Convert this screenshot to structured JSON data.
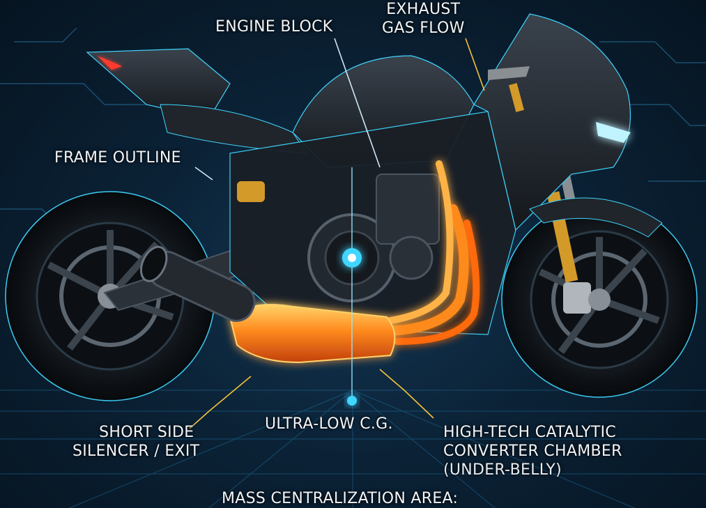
{
  "labels": {
    "engine_block": "ENGINE BLOCK",
    "exhaust_line1": "EXHAUST",
    "exhaust_line2": "GAS FLOW",
    "frame_outline": "FRAME OUTLINE",
    "silencer_line1": "SHORT SIDE",
    "silencer_line2": "SILENCER / EXIT",
    "low_cg": "ULTRA-LOW C.G.",
    "catalytic_line1": "HIGH-TECH CATALYTIC",
    "catalytic_line2": "CONVERTER CHAMBER",
    "catalytic_line3": "(UNDER-BELLY)",
    "mass_area": "MASS CENTRALIZATION AREA:"
  },
  "colors": {
    "background": "#0b2236",
    "glow_cyan": "#3fd6ff",
    "exhaust_orange": "#ff8a1e",
    "leader_yellow": "#f5c23a",
    "body_dark": "#1a1f26"
  }
}
